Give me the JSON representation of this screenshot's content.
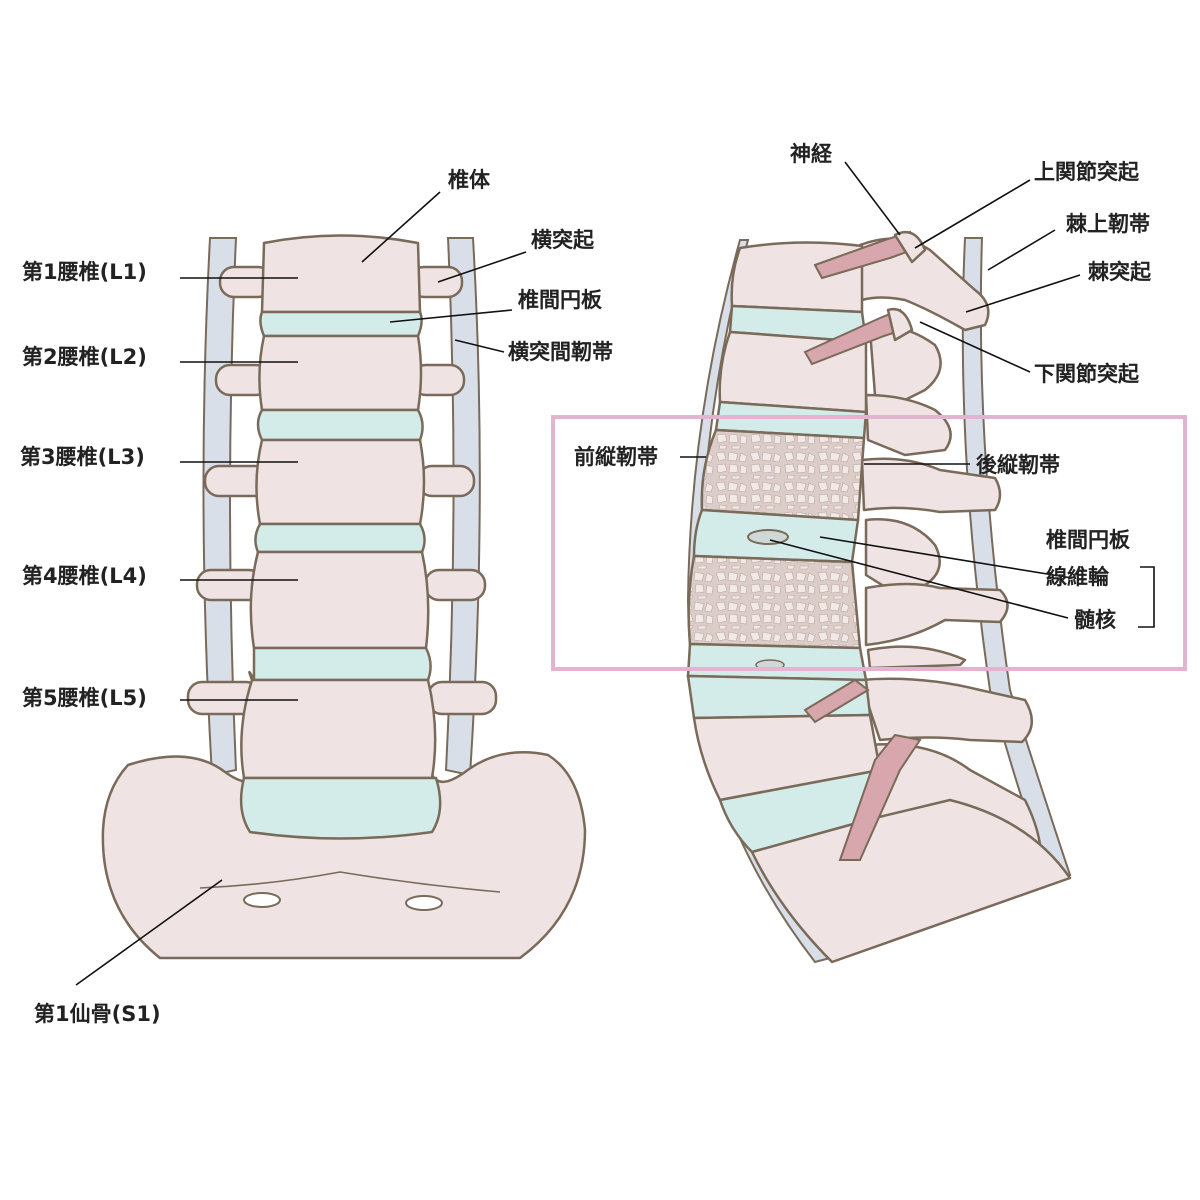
{
  "colors": {
    "bone": "#efe3e3",
    "disc": "#d3ecea",
    "ligament": "#d9dfe9",
    "nerve": "#d8a6ad",
    "outline": "#7a6a5a",
    "highlight_frame": "#e4b3cf"
  },
  "front_view": {
    "vertebral_body": "椎体",
    "transverse_process": "横突起",
    "intervertebral_disc": "椎間円板",
    "intertransverse_ligament": "横突間靭帯",
    "l1": "第1腰椎(L1)",
    "l2": "第2腰椎(L2)",
    "l3": "第3腰椎(L3)",
    "l4": "第4腰椎(L4)",
    "l5": "第5腰椎(L5)",
    "s1": "第1仙骨(S1)"
  },
  "side_view": {
    "nerve": "神経",
    "superior_articular_process": "上関節突起",
    "supraspinous_ligament": "棘上靭帯",
    "spinous_process": "棘突起",
    "inferior_articular_process": "下関節突起",
    "anterior_longitudinal_ligament": "前縦靭帯",
    "posterior_longitudinal_ligament": "後縦靭帯",
    "intervertebral_disc": "椎間円板",
    "annulus_fibrosus": "線維輪",
    "nucleus_pulposus": "髄核"
  }
}
